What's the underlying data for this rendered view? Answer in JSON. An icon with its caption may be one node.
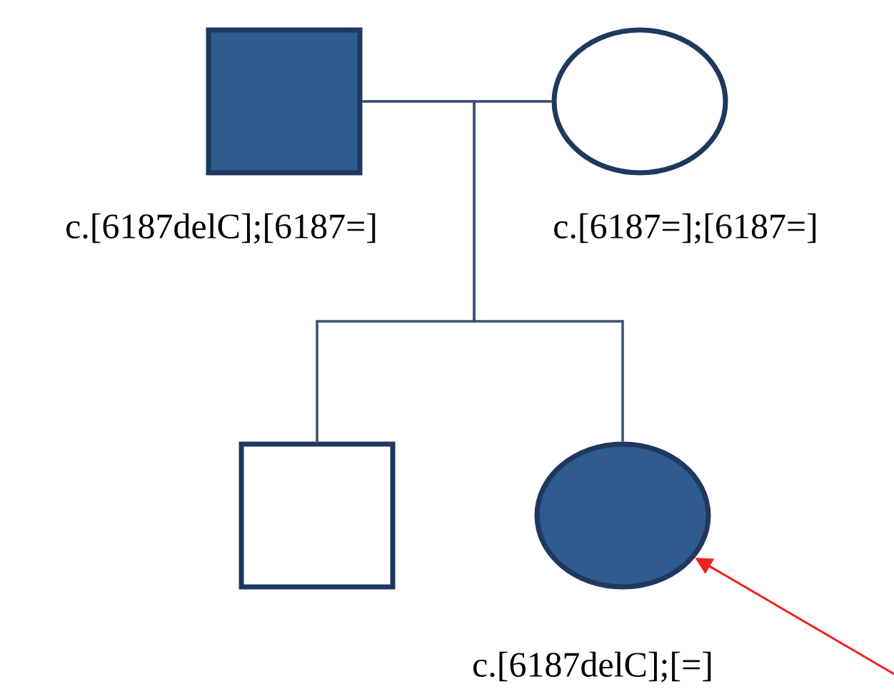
{
  "diagram": {
    "nodes": [
      {
        "text": [],
        "shape": "box",
        "beside": [
          "c.[6187delC];[6187=]"
        ]
      },
      {
        "text": [],
        "shape": "circle",
        "beside": [
          "c.[6187=];[6187=]"
        ]
      },
      {
        "text": [],
        "shape": "box"
      },
      {
        "text": [],
        "shape": "circle",
        "beside": [
          "c.[6187delC];[=]"
        ]
      }
    ],
    "edges": [
      {
        "from": 0,
        "to": 1,
        "arrow": "none"
      },
      {
        "from": 0,
        "to": 2,
        "arrow": "none"
      },
      {
        "from": 1,
        "to": 2,
        "arrow": "none"
      },
      {
        "from": 0,
        "to": 3,
        "arrow": "none"
      },
      {
        "from": 1,
        "to": 3,
        "arrow": "none"
      },
      {
        "from": null,
        "to": 3,
        "arrow": "to",
        "color": "#ee2222"
      }
    ]
  }
}
